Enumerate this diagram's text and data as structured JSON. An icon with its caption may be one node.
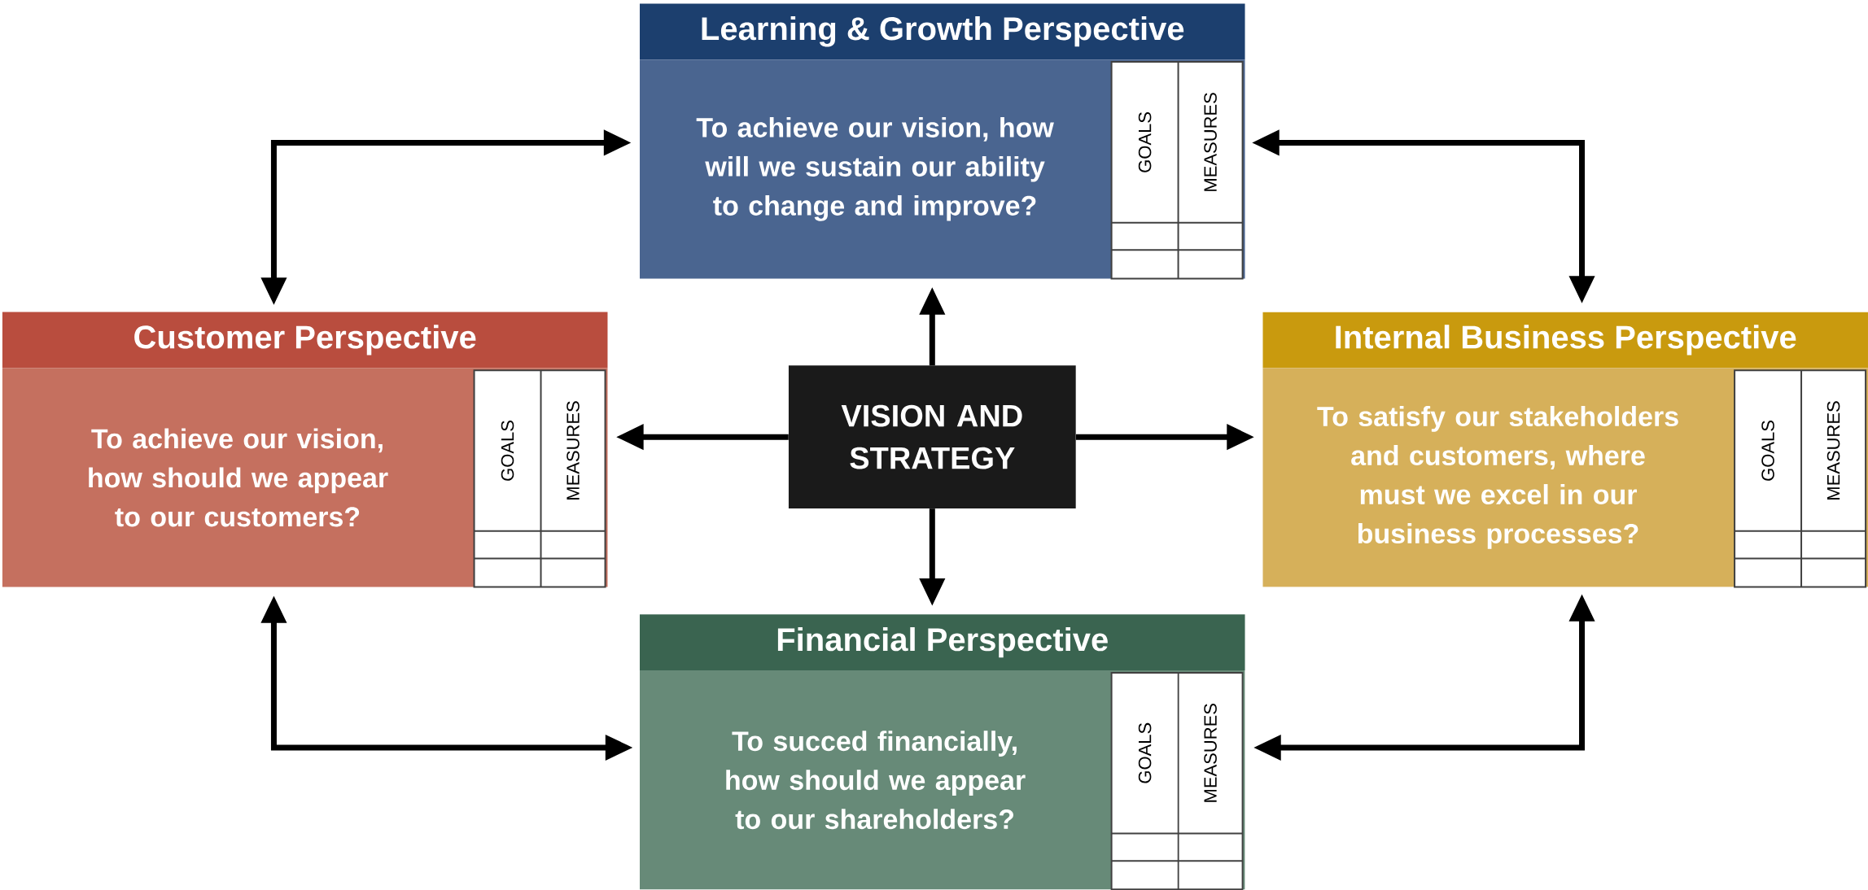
{
  "diagram": {
    "nodes": [
      {
        "text": [
          "Learning & Growth Perspective",
          "To achieve our vision, how will we sustain our ability to change and improve?"
        ]
      },
      {
        "text": [
          "Customer Perspective",
          "To achieve our vision, how should we appear to our customers?"
        ]
      },
      {
        "text": [
          "VISION AND STRATEGY"
        ]
      },
      {
        "text": [
          "Internal Business Perspective",
          "To satisfy our stakeholders and customers, where must we excel in our business processes?"
        ]
      },
      {
        "text": [
          "Financial Perspective",
          "To succed financially, how should we appear to our shareholders?"
        ]
      }
    ],
    "edges": [
      {
        "from": 2,
        "to": 0,
        "arrow": "to"
      },
      {
        "from": 2,
        "to": 1,
        "arrow": "to"
      },
      {
        "from": 2,
        "to": 3,
        "arrow": "to"
      },
      {
        "from": 2,
        "to": 4,
        "arrow": "to"
      },
      {
        "from": 1,
        "to": 0,
        "arrow": "both"
      },
      {
        "from": 0,
        "to": 3,
        "arrow": "both"
      },
      {
        "from": 3,
        "to": 4,
        "arrow": "both"
      },
      {
        "from": 4,
        "to": 1,
        "arrow": "both"
      }
    ],
    "labels": [
      "GOALS",
      "MEASURES",
      "GOALS",
      "MEASURES",
      "GOALS",
      "MEASURES",
      "GOALS",
      "MEASURES"
    ]
  }
}
